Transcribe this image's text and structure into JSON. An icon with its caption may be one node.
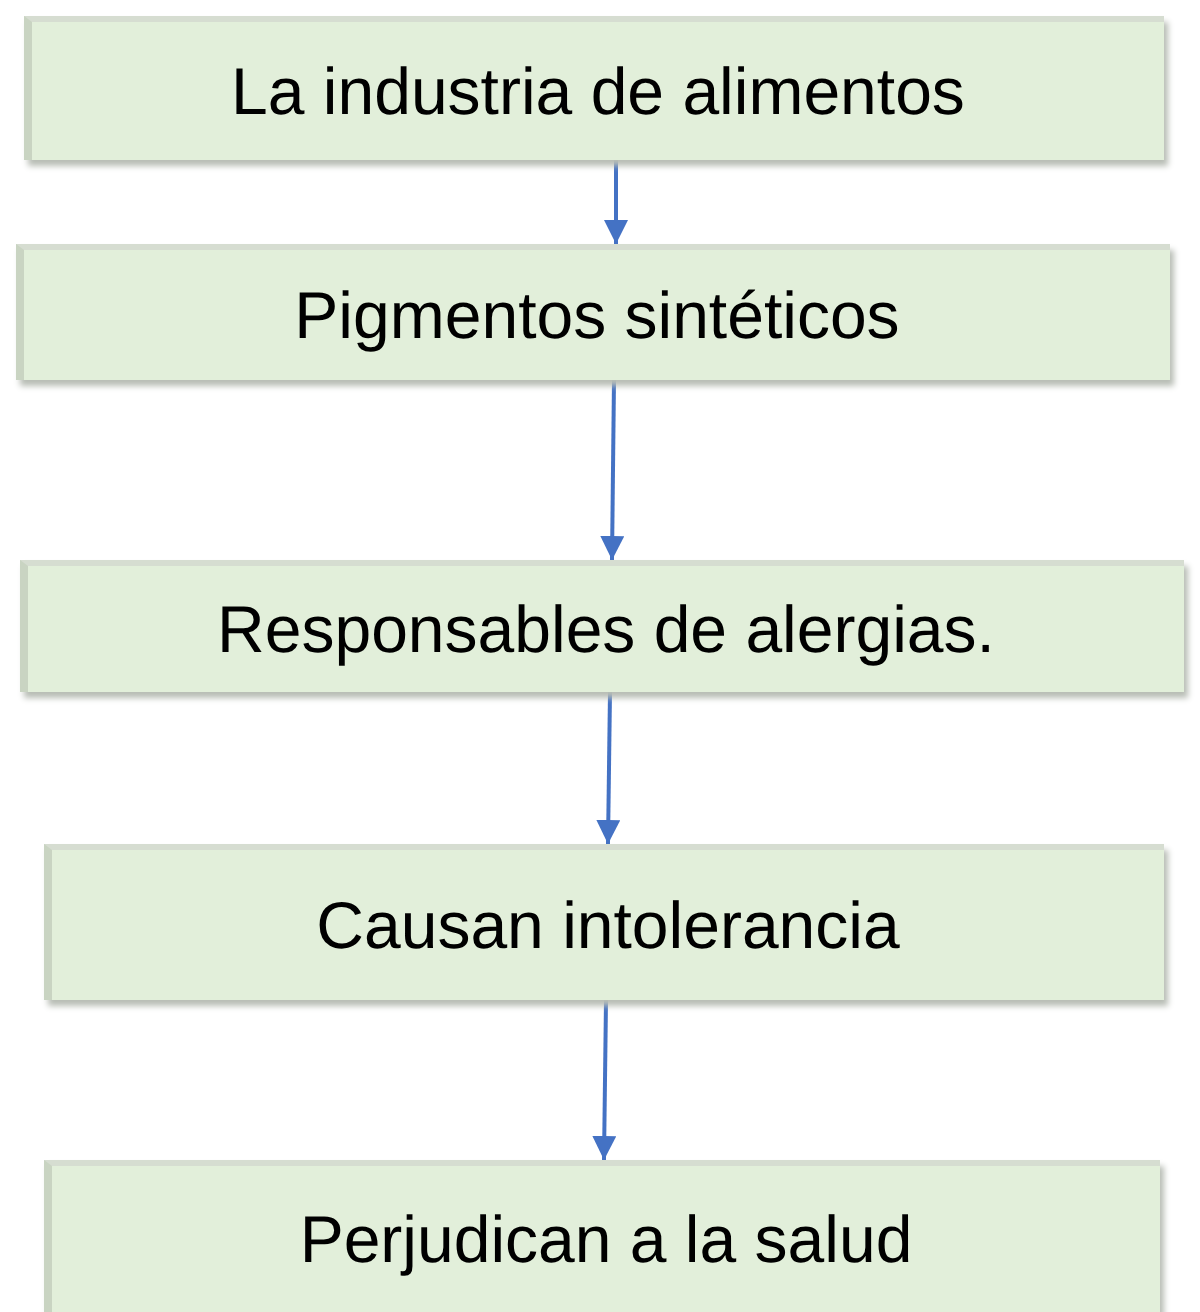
{
  "diagram": {
    "nodes": [
      {
        "text": [
          "La industria de alimentos"
        ]
      },
      {
        "text": [
          "Pigmentos sintéticos"
        ]
      },
      {
        "text": [
          "Responsables de alergias."
        ]
      },
      {
        "text": [
          "Causan intolerancia"
        ]
      },
      {
        "text": [
          "Perjudican a la salud"
        ]
      }
    ],
    "edges": [
      {
        "from": 0,
        "to": 1,
        "arrow": "to"
      },
      {
        "from": 1,
        "to": 2,
        "arrow": "to"
      },
      {
        "from": 2,
        "to": 3,
        "arrow": "to"
      },
      {
        "from": 3,
        "to": 4,
        "arrow": "to"
      }
    ]
  }
}
